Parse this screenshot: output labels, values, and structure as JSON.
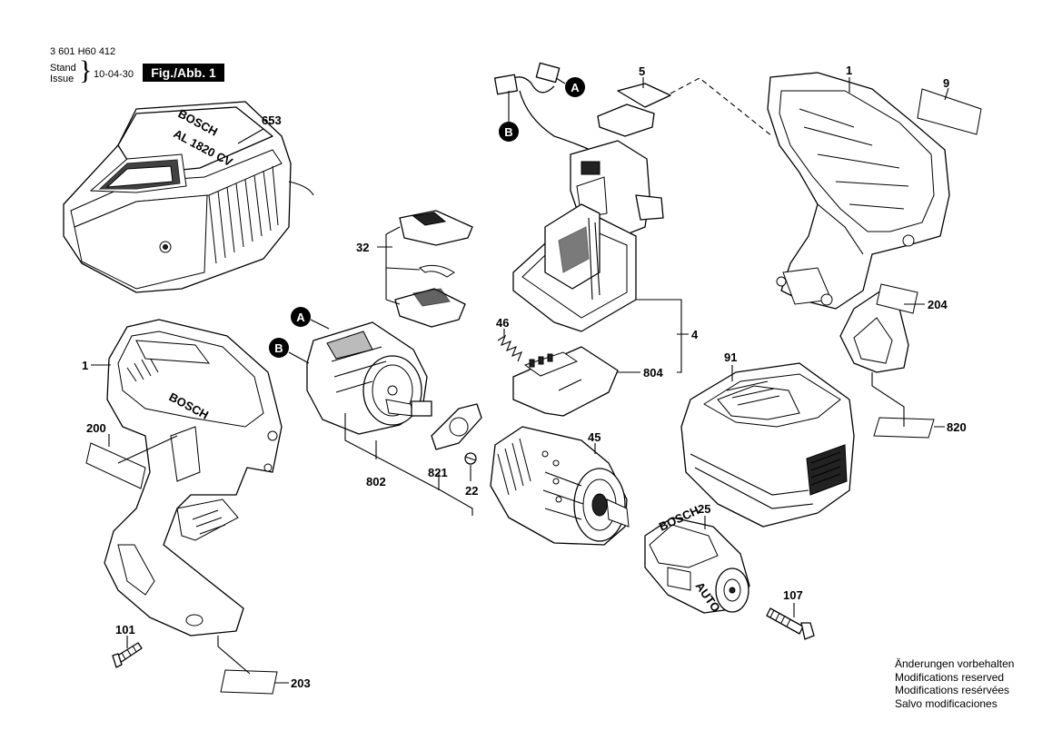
{
  "header": {
    "doc_number": "3 601 H60 412",
    "stand_label": "Stand",
    "issue_label": "Issue",
    "date": "10-04-30",
    "figure_label": "Fig./Abb. 1"
  },
  "notes": [
    "Änderungen vorbehalten",
    "Modifications reserved",
    "Modifications resérvées",
    "Salvo modificaciones"
  ],
  "markers": {
    "a": "A",
    "b": "B"
  },
  "charger_branding": {
    "brand": "BOSCH",
    "model": "AL 1820 CV"
  },
  "housing_branding": {
    "brand": "BOSCH"
  },
  "chuck_branding": {
    "auto": "AUTO",
    "brand": "BOSCH"
  },
  "callouts": {
    "c653": "653",
    "c1_top": "1",
    "c1_left": "1",
    "c5": "5",
    "c9": "9",
    "c32": "32",
    "c46": "46",
    "c4": "4",
    "c804": "804",
    "c204": "204",
    "c91": "91",
    "c200": "200",
    "c802": "802",
    "c821": "821",
    "c22": "22",
    "c45": "45",
    "c25": "25",
    "c820": "820",
    "c107": "107",
    "c101": "101",
    "c203": "203"
  }
}
